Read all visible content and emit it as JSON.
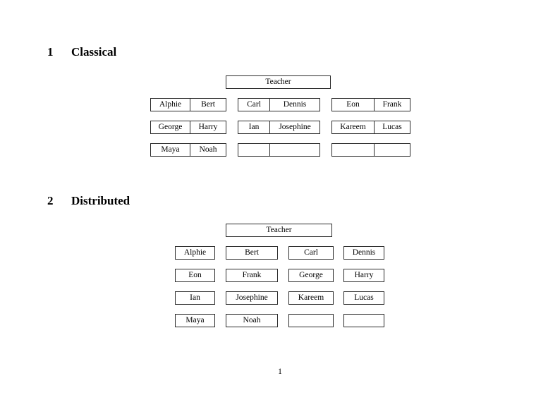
{
  "document": {
    "page_number": "1",
    "background_color": "#ffffff",
    "text_color": "#000000",
    "border_color": "#2b2b2b"
  },
  "sections": {
    "classical": {
      "number": "1",
      "title": "Classical",
      "teacher_label": "Teacher",
      "layout": "paired-cells",
      "columns": 3,
      "rows": 3,
      "groups": [
        {
          "row": 0,
          "col": 0,
          "first": "Alphie",
          "second": "Bert"
        },
        {
          "row": 0,
          "col": 1,
          "first": "Carl",
          "second": "Dennis"
        },
        {
          "row": 0,
          "col": 2,
          "first": "Eon",
          "second": "Frank"
        },
        {
          "row": 1,
          "col": 0,
          "first": "George",
          "second": "Harry"
        },
        {
          "row": 1,
          "col": 1,
          "first": "Ian",
          "second": "Josephine"
        },
        {
          "row": 1,
          "col": 2,
          "first": "Kareem",
          "second": "Lucas"
        },
        {
          "row": 2,
          "col": 0,
          "first": "Maya",
          "second": "Noah"
        },
        {
          "row": 2,
          "col": 1,
          "first": "",
          "second": ""
        },
        {
          "row": 2,
          "col": 2,
          "first": "",
          "second": ""
        }
      ]
    },
    "distributed": {
      "number": "2",
      "title": "Distributed",
      "teacher_label": "Teacher",
      "layout": "single-cells",
      "columns": 4,
      "rows": 4,
      "cells": [
        {
          "row": 0,
          "col": 0,
          "label": "Alphie"
        },
        {
          "row": 0,
          "col": 1,
          "label": "Bert"
        },
        {
          "row": 0,
          "col": 2,
          "label": "Carl"
        },
        {
          "row": 0,
          "col": 3,
          "label": "Dennis"
        },
        {
          "row": 1,
          "col": 0,
          "label": "Eon"
        },
        {
          "row": 1,
          "col": 1,
          "label": "Frank"
        },
        {
          "row": 1,
          "col": 2,
          "label": "George"
        },
        {
          "row": 1,
          "col": 3,
          "label": "Harry"
        },
        {
          "row": 2,
          "col": 0,
          "label": "Ian"
        },
        {
          "row": 2,
          "col": 1,
          "label": "Josephine"
        },
        {
          "row": 2,
          "col": 2,
          "label": "Kareem"
        },
        {
          "row": 2,
          "col": 3,
          "label": "Lucas"
        },
        {
          "row": 3,
          "col": 0,
          "label": "Maya"
        },
        {
          "row": 3,
          "col": 1,
          "label": "Noah"
        },
        {
          "row": 3,
          "col": 2,
          "label": ""
        },
        {
          "row": 3,
          "col": 3,
          "label": ""
        }
      ]
    }
  }
}
